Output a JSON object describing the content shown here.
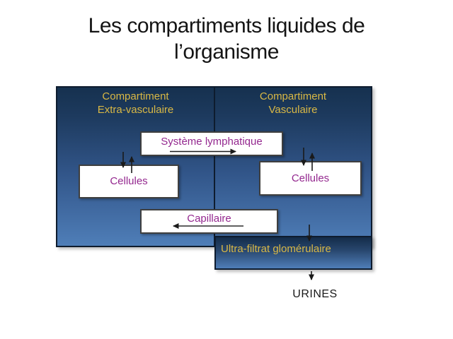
{
  "slide": {
    "title_line1": "Les compartiments liquides de",
    "title_line2": "l’organisme"
  },
  "diagram": {
    "left_compartment": {
      "label_line1": "Compartiment",
      "label_line2": "Extra-vasculaire"
    },
    "right_compartment": {
      "label_line1": "Compartiment",
      "label_line2": "Vasculaire"
    },
    "boxes": {
      "lymphatic": {
        "label": "Système lymphatique"
      },
      "cells_left": {
        "label": "Cellules"
      },
      "cells_right": {
        "label": "Cellules"
      },
      "capillary": {
        "label": "Capillaire"
      },
      "ultrafiltrate": {
        "label": "Ultra-filtrat glomérulaire"
      }
    },
    "urines_label": "URINES",
    "flows": [
      {
        "name": "lymphatic-system-flow",
        "direction": "right",
        "from": "extra-vascular",
        "to": "vascular"
      },
      {
        "name": "extravascular-cells-exchange",
        "direction": "up-down",
        "from": "extra-vascular",
        "to": "cellules"
      },
      {
        "name": "vascular-cells-exchange",
        "direction": "up-down",
        "from": "vascular",
        "to": "cellules"
      },
      {
        "name": "capillary-flow",
        "direction": "left",
        "from": "vascular",
        "to": "extra-vascular"
      },
      {
        "name": "vascular-to-ultrafiltrate",
        "direction": "down",
        "from": "vascular",
        "to": "ultra-filtrat"
      },
      {
        "name": "ultrafiltrate-to-urines",
        "direction": "down",
        "from": "ultra-filtrat",
        "to": "urines"
      }
    ]
  },
  "colors": {
    "compartment_gradient_top": "#16314f",
    "compartment_gradient_bottom": "#4f7eb8",
    "compartment_border": "#0e1c2e",
    "label_yellow": "#d9b845",
    "box_text_purple": "#94288f",
    "white_box_bg": "#ffffff",
    "white_box_border": "#3f3f3f",
    "title_black": "#141414",
    "arrow_black": "#1a1a1a",
    "background": "#ffffff"
  }
}
